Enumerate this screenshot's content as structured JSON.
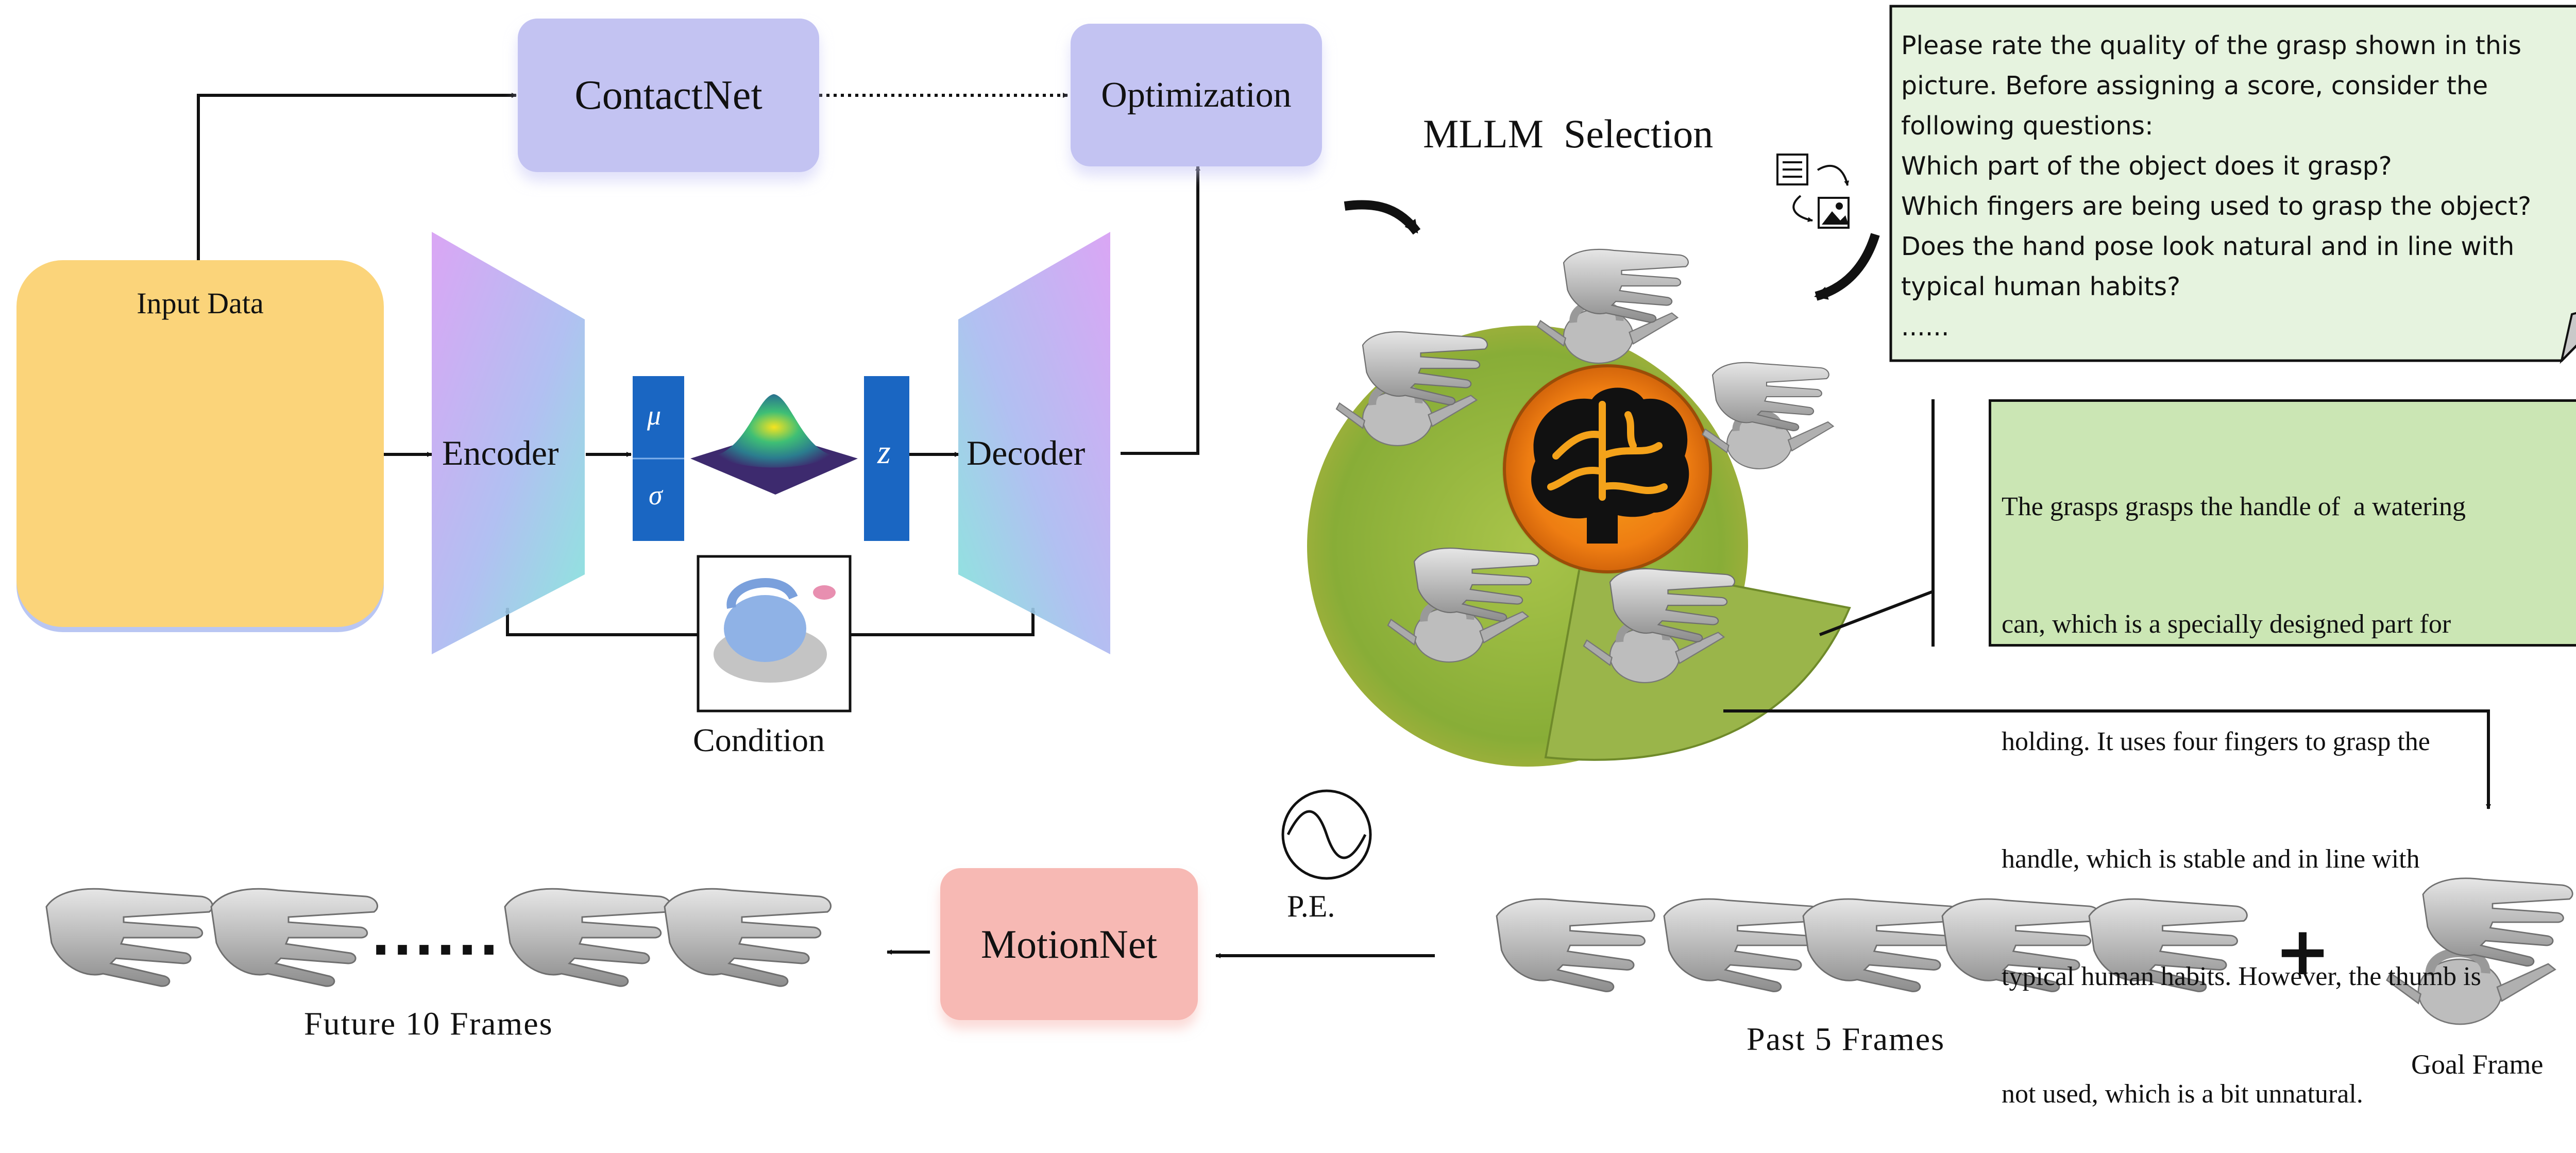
{
  "top": {
    "contactnet_label": "ContactNet",
    "optimization_label": "Optimization",
    "input_data_label": "Input Data",
    "encoder_label": "Encoder",
    "decoder_label": "Decoder",
    "mu_label": "μ",
    "sigma_label": "σ",
    "z_label": "z",
    "condition_label": "Condition"
  },
  "mllm": {
    "title": "MLLM  Selection",
    "prompt_lines": [
      "Please rate the quality of the grasp shown in this",
      "picture. Before assigning a score, consider the",
      "following questions:",
      "Which part of the object does it grasp?",
      "Which fingers are being used to grasp the object?",
      "Does the hand pose look natural and in line with",
      "typical human habits?",
      "......"
    ],
    "response_lines": [
      "The grasps grasps the handle of  a watering",
      "can, which is a specially designed part for",
      "holding. It uses four fingers to grasp the",
      "handle, which is stable and in line with",
      "typical human habits. However, the thumb is",
      "not used, which is a bit unnatural."
    ],
    "icons": [
      "document-icon",
      "image-icon",
      "cycle-arrows-icon",
      "brain-icon"
    ]
  },
  "bottom": {
    "future_label": "Future 10 Frames",
    "dots_label": "......",
    "motionnet_label": "MotionNet",
    "pe_label": "P.E.",
    "past_label": "Past 5 Frames",
    "plus_label": "+",
    "goal_label": "Goal Frame"
  },
  "colors": {
    "contactnet": "#c3c3f2",
    "input_data": "#fbd47a",
    "latent_bar": "#1a66c2",
    "disc": "#8fb63b",
    "prompt_bg": "#e6f3df",
    "response_bg": "#cbe6b4",
    "future_bg": "#ee8d97",
    "motionnet_bg": "#f7b9b4",
    "past_bg": "#f6c9a1",
    "goal_bg": "#fbe08a"
  }
}
